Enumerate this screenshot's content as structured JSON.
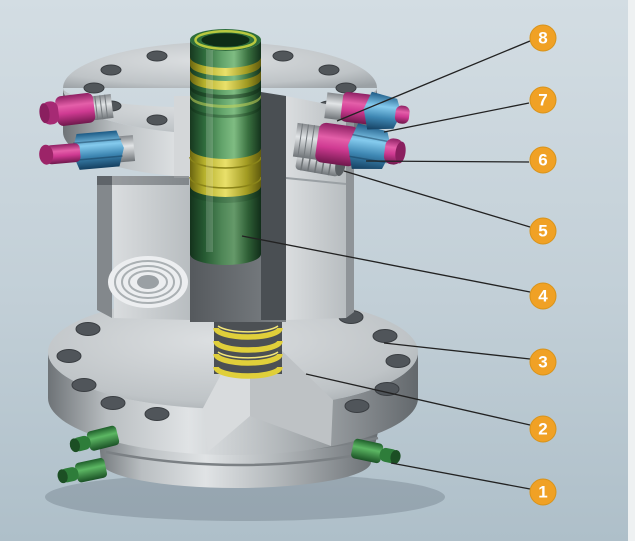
{
  "figure": {
    "callouts": [
      {
        "number": "8"
      },
      {
        "number": "7"
      },
      {
        "number": "6"
      },
      {
        "number": "5"
      },
      {
        "number": "4"
      },
      {
        "number": "3"
      },
      {
        "number": "2"
      },
      {
        "number": "1"
      }
    ],
    "colors": {
      "background_top": "#d3dde3",
      "background_bottom": "#aebfc9",
      "callout_fill": "#f0a125",
      "callout_stroke": "#d8931a",
      "callout_text": "#ffffff",
      "leader_line": "#222222",
      "body_metal": "#b9bec1",
      "mandrel_green": "#3c7f4a",
      "band_yellow": "#e0d44a",
      "seal_ring_yellow": "#e0cf3a",
      "fitting_pink": "#cf3a92",
      "fitting_blue": "#4f9fd0",
      "grease_port_green": "#3f9b4a"
    }
  }
}
